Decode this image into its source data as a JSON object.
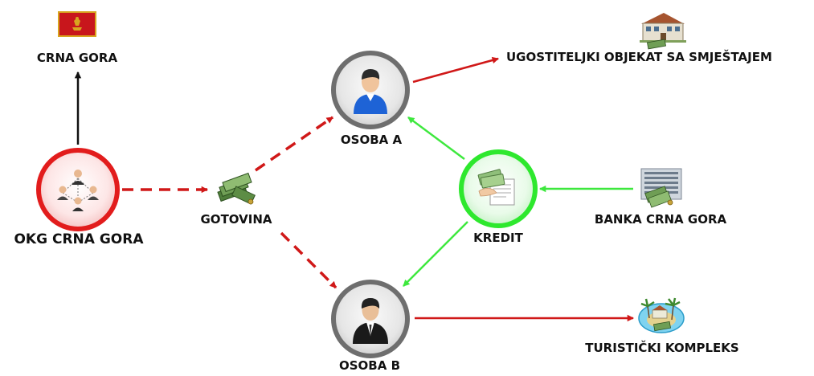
{
  "labels": {
    "crna_gora": "CRNA GORA",
    "okg": "OKG CRNA GORA",
    "gotovina": "GOTOVINA",
    "osoba_a": "OSOBA A",
    "osoba_b": "OSOBA B",
    "kredit": "KREDIT",
    "banka": "BANKA CRNA GORA",
    "ugostiteljski": "UGOSTITELJKI OBJEKAT SA SMJEŠTAJEM",
    "turisticki": "TURISTIČKI KOMPLEKS"
  },
  "colors": {
    "red_node": "#e21c1c",
    "green_node": "#2ee82e",
    "gray_node": "#6e6e6e",
    "red_edge": "#d01818",
    "green_edge": "#3ee83e",
    "black_edge": "#111111",
    "flag_red": "#c8161c",
    "flag_gold": "#d8a520"
  },
  "icons": {
    "okg": "group-network-icon",
    "osoba_a": "person-blue-icon",
    "osoba_b": "person-suit-icon",
    "kredit": "money-contract-icon",
    "gotovina": "cash-stack-icon",
    "crna_gora": "montenegro-flag-icon",
    "banka": "bank-building-icon",
    "ugostiteljski": "hotel-building-icon",
    "turisticki": "resort-island-icon"
  },
  "edges": [
    {
      "from": "okg",
      "to": "crna_gora",
      "style": "solid",
      "color": "black"
    },
    {
      "from": "okg",
      "to": "gotovina",
      "style": "dashed",
      "color": "red"
    },
    {
      "from": "gotovina",
      "to": "osoba_a",
      "style": "dashed",
      "color": "red"
    },
    {
      "from": "gotovina",
      "to": "osoba_b",
      "style": "dashed",
      "color": "red"
    },
    {
      "from": "osoba_a",
      "to": "ugostiteljski",
      "style": "solid",
      "color": "red"
    },
    {
      "from": "osoba_b",
      "to": "turisticki",
      "style": "solid",
      "color": "red"
    },
    {
      "from": "banka",
      "to": "kredit",
      "style": "solid",
      "color": "green"
    },
    {
      "from": "kredit",
      "to": "osoba_a",
      "style": "solid",
      "color": "green"
    },
    {
      "from": "kredit",
      "to": "osoba_b",
      "style": "solid",
      "color": "green"
    }
  ]
}
